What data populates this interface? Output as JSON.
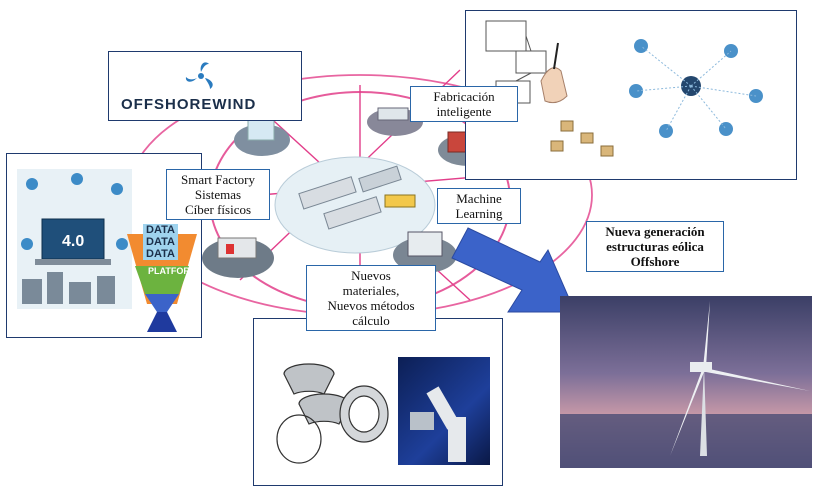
{
  "logo": {
    "text": "OFFSHOREWIND",
    "icon": "wind-swirl-icon"
  },
  "labels": {
    "fabricacion": [
      "Fabricación",
      "inteligente"
    ],
    "smart_factory": [
      "Smart Factory",
      "Sistemas",
      "Cíber físicos"
    ],
    "machine_learning": [
      "Machine",
      "Learning"
    ],
    "nuevos_materiales": [
      "Nuevos",
      "materiales,",
      "Nuevos métodos",
      "cálculo"
    ],
    "nueva_generacion": [
      "Nueva generación",
      "estructuras eólica",
      "Offshore"
    ]
  },
  "data_platform": {
    "words": [
      "DATA",
      "DATA",
      "DATA"
    ],
    "platform": "PLATFORM"
  },
  "industry_icon": {
    "text": "4.0"
  },
  "colors": {
    "accent_blue": "#3b63c9",
    "ring_pink": "#e23e8a",
    "box_border": "#1f3a6e"
  }
}
